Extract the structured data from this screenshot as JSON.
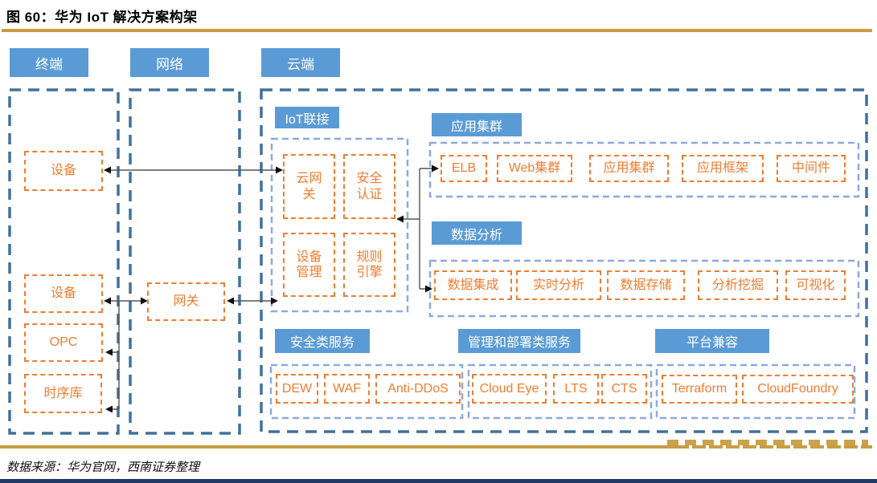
{
  "title": "图 60：华为 IoT 解决方案构架",
  "source": "数据来源：华为官网，西南证券整理",
  "colors": {
    "header_blue": "#5B9BD5",
    "column_border_blue": "#41719C",
    "inner_border_blue": "#8EA9DB",
    "node_orange": "#ED7D31",
    "gold_rule": "#C99C45",
    "navy_rule": "#1F3864"
  },
  "columns": {
    "terminal": {
      "label": "终端",
      "items": [
        "设备",
        "设备",
        "OPC",
        "时序库"
      ]
    },
    "network": {
      "label": "网络",
      "items": [
        "网关"
      ]
    },
    "cloud": {
      "label": "云端",
      "iot": {
        "label": "IoT联接",
        "items": [
          "云网关",
          "安全认证",
          "设备管理",
          "规则引擎"
        ]
      },
      "app": {
        "label": "应用集群",
        "items": [
          "ELB",
          "Web集群",
          "应用集群",
          "应用框架",
          "中间件"
        ]
      },
      "data": {
        "label": "数据分析",
        "items": [
          "数据集成",
          "实时分析",
          "数据存储",
          "分析挖掘",
          "可视化"
        ]
      },
      "security": {
        "label": "安全类服务",
        "items": [
          "DEW",
          "WAF",
          "Anti-DDoS"
        ]
      },
      "mgmt": {
        "label": "管理和部署类服务",
        "items": [
          "Cloud Eye",
          "LTS",
          "CTS"
        ]
      },
      "platform": {
        "label": "平台兼容",
        "items": [
          "Terraform",
          "CloudFoundry"
        ]
      }
    }
  }
}
